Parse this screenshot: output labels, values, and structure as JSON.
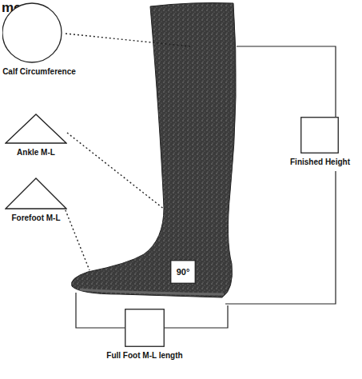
{
  "diagram": {
    "title": "ments",
    "nodes": [
      {
        "text": [
          "Calf Circumference"
        ]
      },
      {
        "text": [
          "Ankle M-L"
        ]
      },
      {
        "text": [
          "Forefoot M-L"
        ]
      },
      {
        "text": [
          "90°"
        ]
      },
      {
        "text": [
          "Finished Height"
        ]
      },
      {
        "text": [
          "Full Foot M-L length"
        ]
      }
    ]
  }
}
